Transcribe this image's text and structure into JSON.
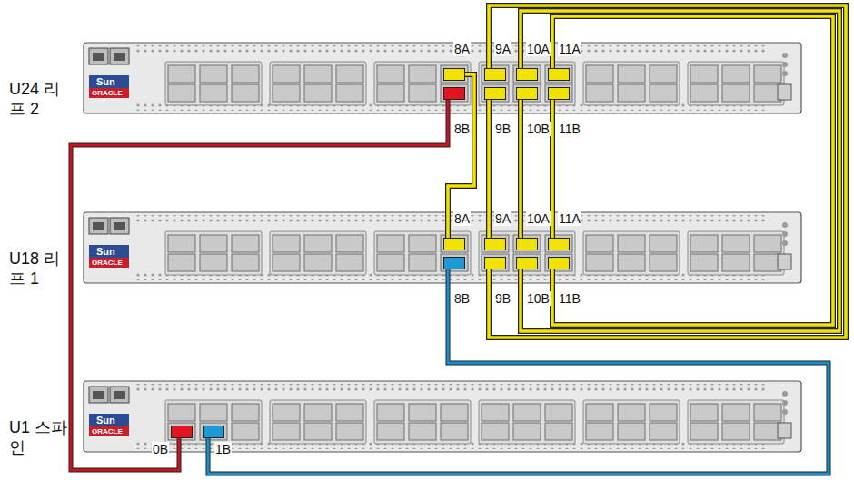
{
  "diagram": {
    "nodes": [
      {
        "text": [
          "U24 리프 2"
        ]
      },
      {
        "text": [
          "8A"
        ],
        "in": 0
      },
      {
        "text": [
          "9A"
        ],
        "in": 0
      },
      {
        "text": [
          "10A"
        ],
        "in": 0
      },
      {
        "text": [
          "11A"
        ],
        "in": 0
      },
      {
        "text": [
          "8B"
        ],
        "in": 0
      },
      {
        "text": [
          "9B"
        ],
        "in": 0
      },
      {
        "text": [
          "10B"
        ],
        "in": 0
      },
      {
        "text": [
          "11B"
        ],
        "in": 0
      },
      {
        "text": [
          "U18 리프 1"
        ]
      },
      {
        "text": [
          "8A"
        ],
        "in": 9
      },
      {
        "text": [
          "9A"
        ],
        "in": 9
      },
      {
        "text": [
          "10A"
        ],
        "in": 9
      },
      {
        "text": [
          "11A"
        ],
        "in": 9
      },
      {
        "text": [
          "8B"
        ],
        "in": 9
      },
      {
        "text": [
          "9B"
        ],
        "in": 9
      },
      {
        "text": [
          "10B"
        ],
        "in": 9
      },
      {
        "text": [
          "11B"
        ],
        "in": 9
      },
      {
        "text": [
          "U1 스파인"
        ]
      },
      {
        "text": [
          "0B"
        ],
        "in": 18
      },
      {
        "text": [
          "1B"
        ],
        "in": 18
      }
    ],
    "edges": [
      {
        "from": 1,
        "to": 10,
        "arrow": "none"
      },
      {
        "from": 2,
        "to": 15,
        "arrow": "none"
      },
      {
        "from": 3,
        "to": 16,
        "arrow": "none"
      },
      {
        "from": 4,
        "to": 17,
        "arrow": "none"
      },
      {
        "from": 6,
        "to": 11,
        "arrow": "none"
      },
      {
        "from": 7,
        "to": 12,
        "arrow": "none"
      },
      {
        "from": 8,
        "to": 13,
        "arrow": "none"
      },
      {
        "from": 5,
        "to": 19,
        "arrow": "none"
      },
      {
        "from": 14,
        "to": 20,
        "arrow": "none"
      }
    ],
    "labels": [
      "Sun",
      "ORACLE",
      "Sun",
      "ORACLE",
      "Sun",
      "ORACLE"
    ]
  }
}
